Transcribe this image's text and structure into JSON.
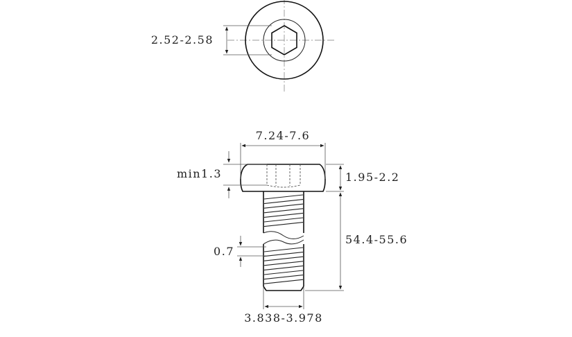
{
  "dimensions": {
    "hex_socket": "2.52-2.58",
    "head_diameter": "7.24-7.6",
    "socket_depth": "min1.3",
    "head_height": "1.95-2.2",
    "length": "54.4-55.6",
    "thread_pitch": "0.7",
    "thread_diameter": "3.838-3.978"
  },
  "colors": {
    "line": "#222222",
    "background": "#ffffff"
  }
}
